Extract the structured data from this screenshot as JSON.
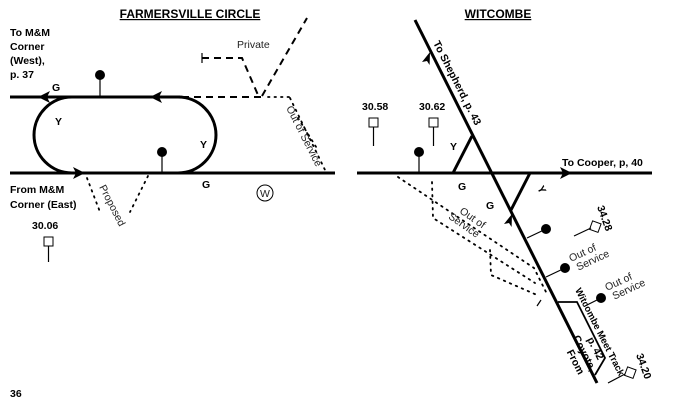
{
  "page_number": "36",
  "left": {
    "title": "FARMERSVILLE CIRCLE",
    "to_west": [
      "To M&M",
      "Corner",
      "(West),",
      "p. 37"
    ],
    "from_east": [
      "From M&M",
      "Corner (East)"
    ],
    "private_label": "Private",
    "out_of_service": "Out of Service",
    "proposed": "Proposed",
    "aspects": {
      "g_top": "G",
      "y_left": "Y",
      "y_right": "Y",
      "g_bottom": "G"
    },
    "water_symbol": "W",
    "milepost": "30.06"
  },
  "right": {
    "title": "WITCOMBE",
    "to_shepherd": "To Shepherd, p. 43",
    "to_cooper": "To Cooper, p, 40",
    "from_coyote": [
      "From",
      "Coyote,",
      "p. 42"
    ],
    "mileposts": [
      "30.58",
      "30.62",
      "34.28",
      "34.20"
    ],
    "aspects": {
      "y_upper": "Y",
      "g_left": "G",
      "g_diag": "G",
      "y_lower": "Y"
    },
    "out_of_service_1": [
      "Out of",
      "Service"
    ],
    "out_of_service_2": [
      "Out of",
      "Service"
    ],
    "out_of_service_3": [
      "Out of",
      "Service"
    ],
    "meet_track": "Witcombe Meet Track"
  }
}
